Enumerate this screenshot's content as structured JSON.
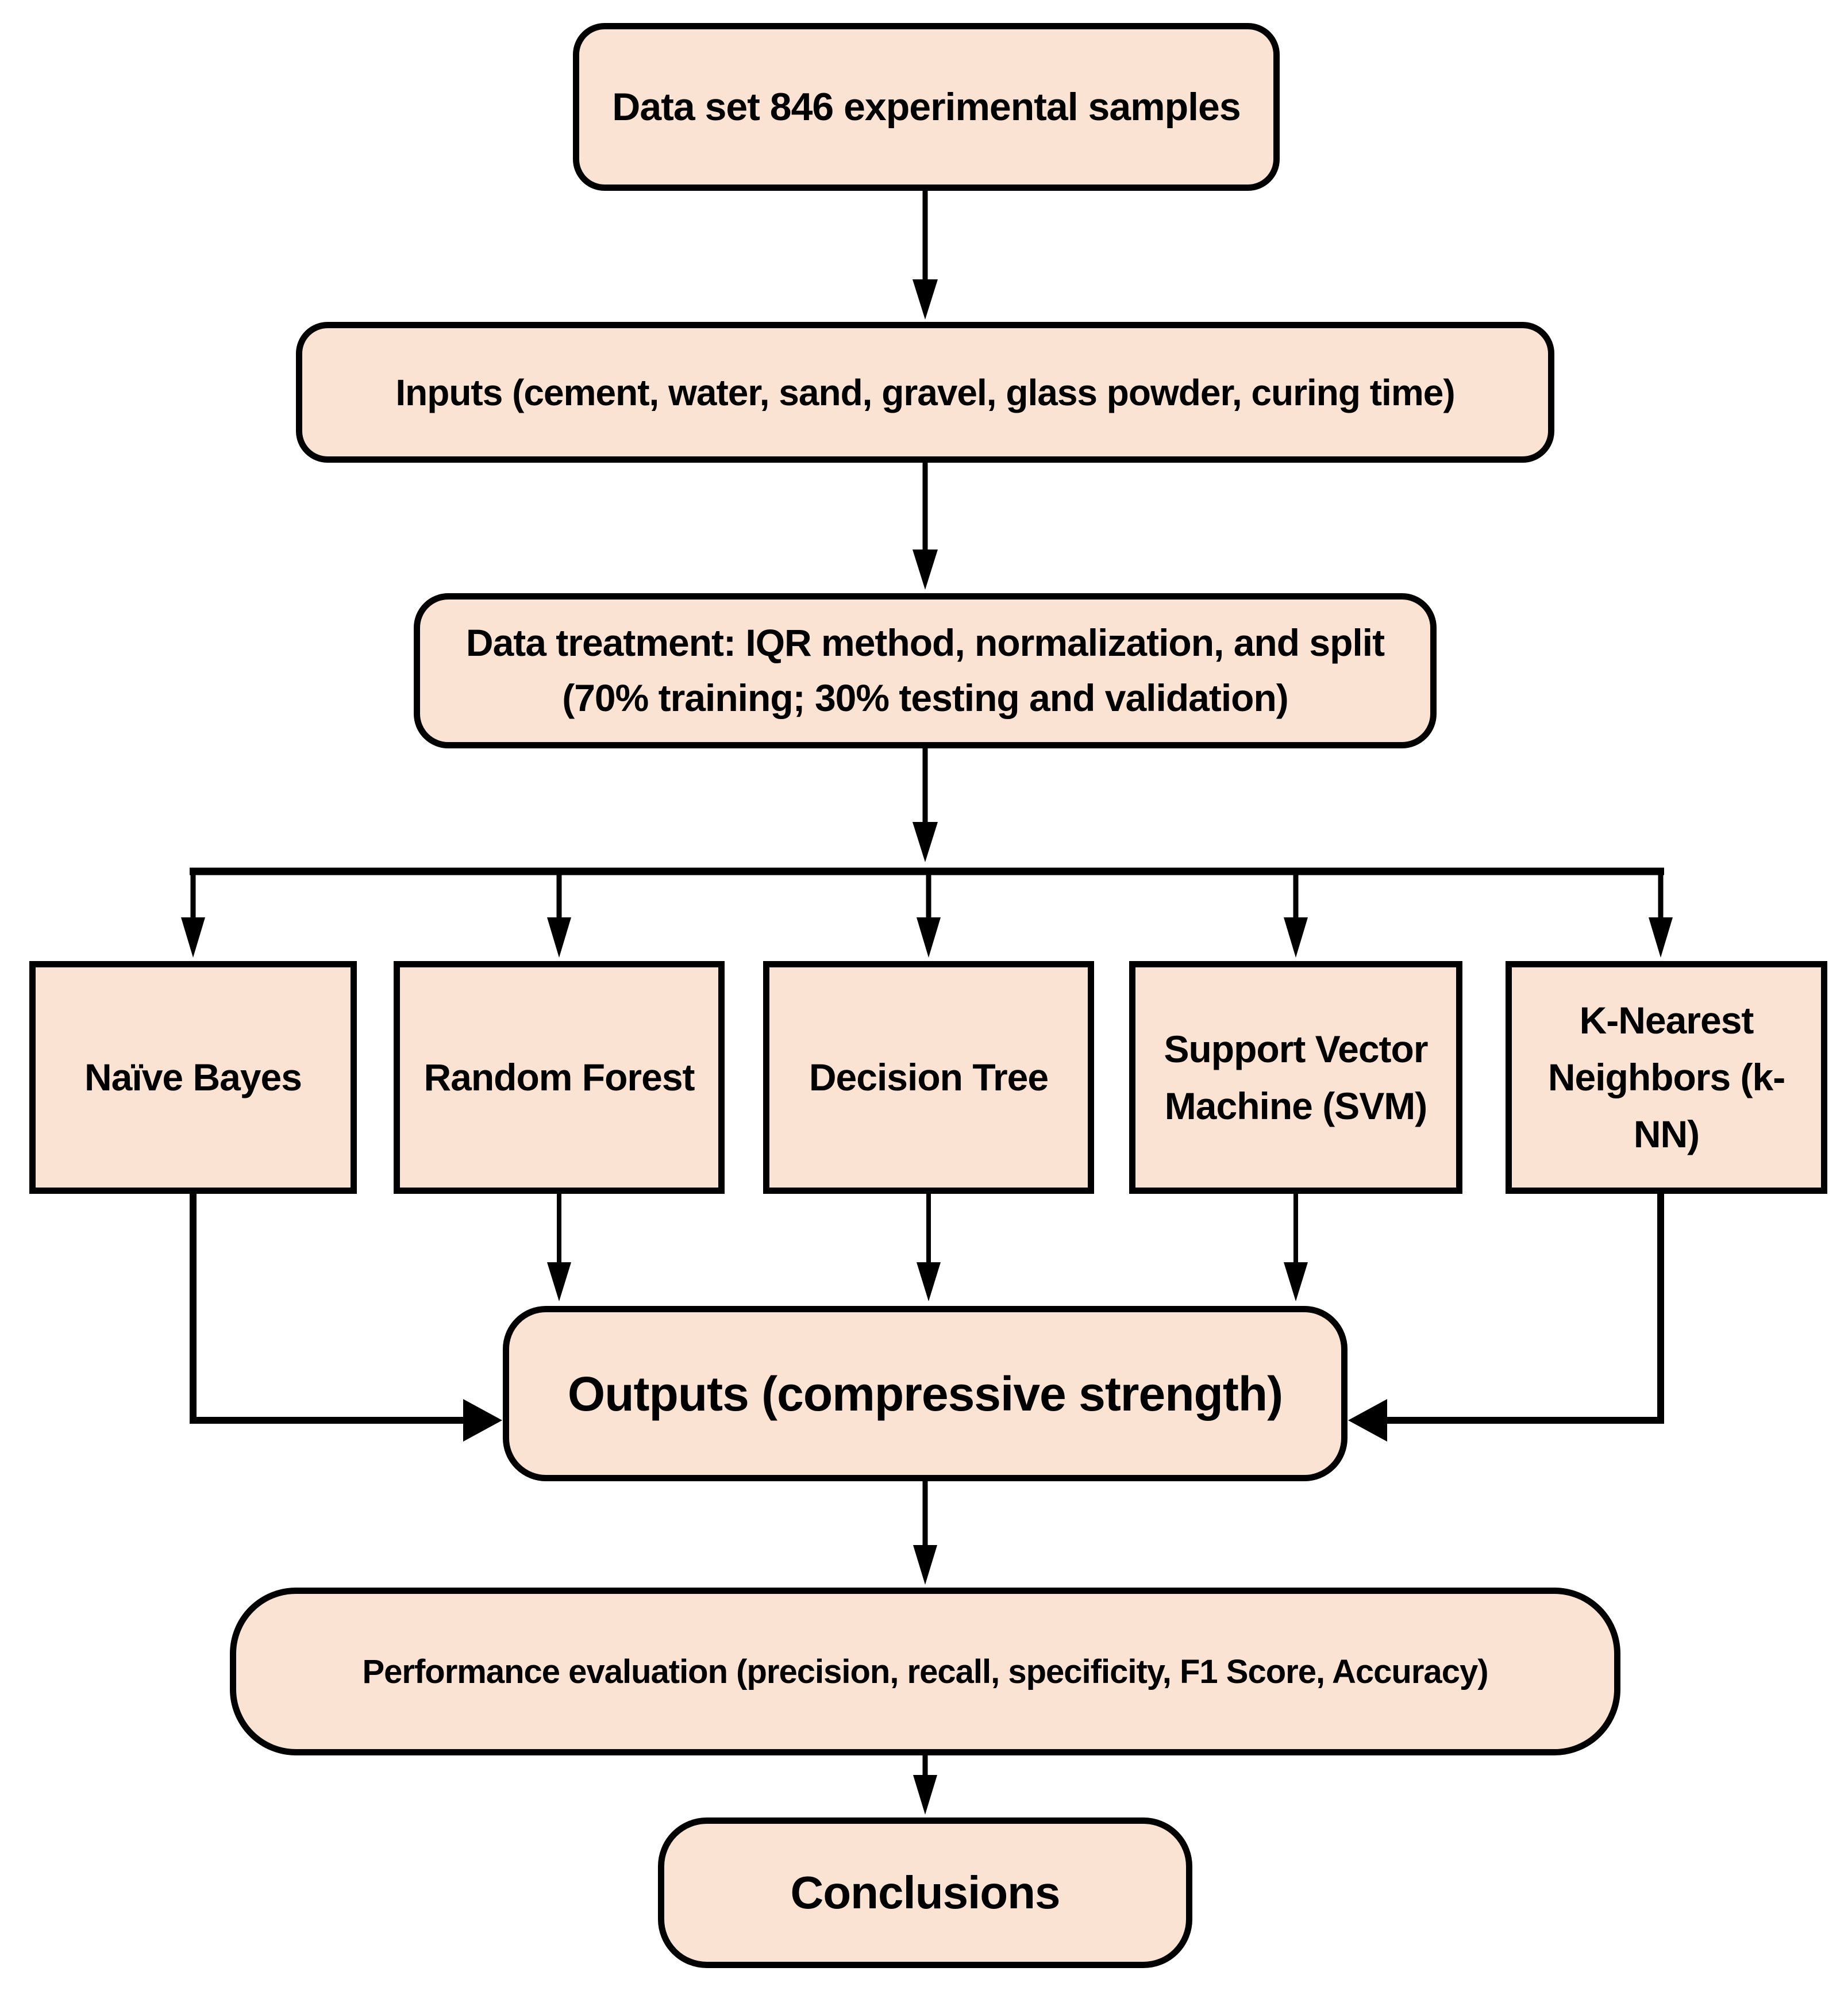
{
  "colors": {
    "background": "#ffffff",
    "node_fill": "#fbe3d3",
    "node_border": "#000000",
    "connector": "#000000",
    "text": "#000000"
  },
  "nodes": {
    "dataset": {
      "label": "Data set 846 experimental samples"
    },
    "inputs": {
      "label": "Inputs (cement, water, sand, gravel, glass powder, curing time)"
    },
    "treatment": {
      "label": "Data treatment: IQR method, normalization, and split (70% training; 30% testing and validation)"
    },
    "naive_bayes": {
      "label": "Naïve Bayes"
    },
    "random_forest": {
      "label": "Random Forest"
    },
    "decision_tree": {
      "label": "Decision Tree"
    },
    "svm": {
      "label": "Support Vector Machine (SVM)"
    },
    "knn": {
      "label": "K-Nearest Neighbors (k-NN)"
    },
    "outputs": {
      "label": "Outputs (compressive strength)"
    },
    "performance": {
      "label": "Performance evaluation (precision, recall, specificity, F1 Score, Accuracy)"
    },
    "conclusions": {
      "label": "Conclusions"
    }
  }
}
